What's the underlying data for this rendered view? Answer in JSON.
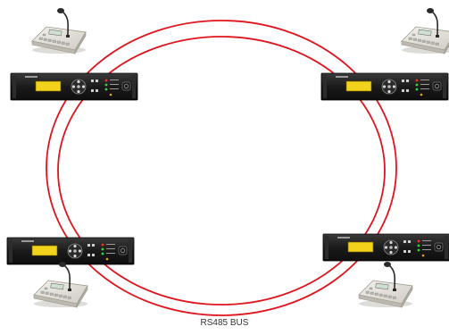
{
  "caption": "RS485 BUS",
  "colors": {
    "bus_line": "#e0141c",
    "unit_body": "#1c1c1c",
    "unit_display": "#f2d21a",
    "console_body": "#e4e1da",
    "console_keys": "#b9b6ae",
    "mic": "#2a2a2a"
  },
  "nodes": [
    {
      "position": "top-left",
      "devices": [
        "rack-unit",
        "desk-microphone-console"
      ]
    },
    {
      "position": "top-right",
      "devices": [
        "rack-unit",
        "desk-microphone-console"
      ]
    },
    {
      "position": "bottom-left",
      "devices": [
        "rack-unit",
        "desk-microphone-console"
      ]
    },
    {
      "position": "bottom-right",
      "devices": [
        "rack-unit",
        "desk-microphone-console"
      ]
    }
  ],
  "icons": [
    "rack-unit-icon",
    "desk-microphone-icon"
  ]
}
